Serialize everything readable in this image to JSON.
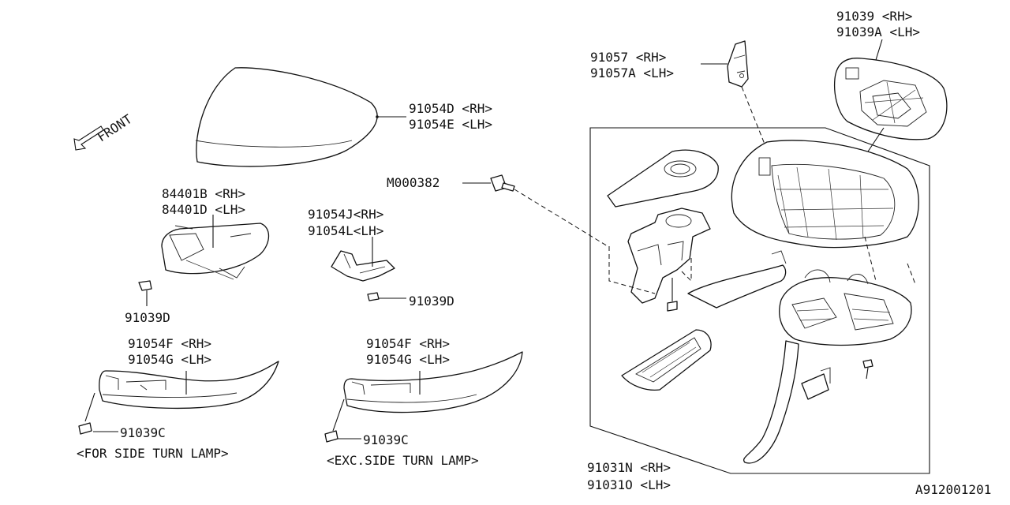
{
  "front_label": "FRONT",
  "labels": {
    "cover_rh": "91054D <RH>",
    "cover_lh": "91054E <LH>",
    "base_rh": "84401B <RH>",
    "base_lh": "84401D <LH>",
    "screw_d1": "91039D",
    "bracket_rh": "91054J<RH>",
    "bracket_lh": "91054L<LH>",
    "screw_d2": "91039D",
    "bolt": "M000382",
    "garnish1_rh": "91054F <RH>",
    "garnish1_lh": "91054G <LH>",
    "screw_c1": "91039C",
    "note_side_turn": "<FOR SIDE TURN LAMP>",
    "garnish2_rh": "91054F <RH>",
    "garnish2_lh": "91054G <LH>",
    "screw_c2": "91039C",
    "note_exc_turn": "<EXC.SIDE TURN LAMP>",
    "clip_rh": "91057  <RH>",
    "clip_lh": "91057A <LH>",
    "glass_rh": "91039  <RH>",
    "glass_lh": "91039A <LH>",
    "assy_rh": "91031N <RH>",
    "assy_lh": "91031O <LH>",
    "diagram_code": "A912001201"
  }
}
